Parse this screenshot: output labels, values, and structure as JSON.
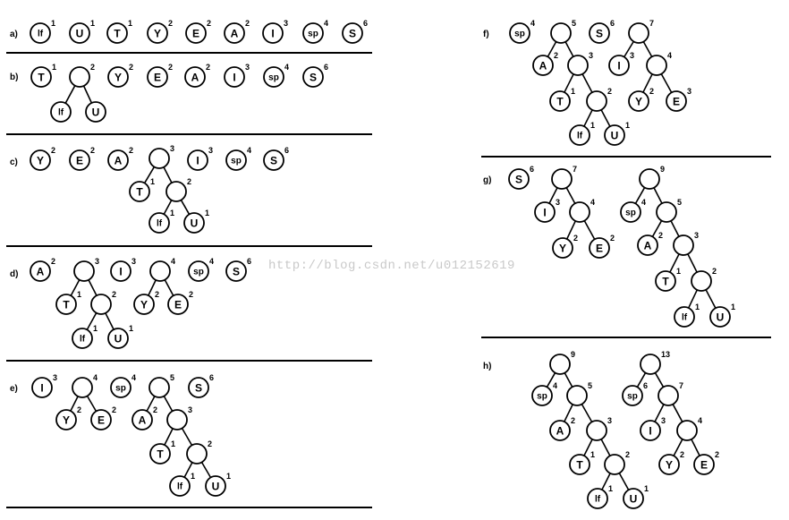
{
  "watermark": "http://blog.csdn.net/u012152619",
  "panels": [
    {
      "id": "a",
      "label": "a)",
      "nodes": [
        {
          "t": "lf",
          "w": "1"
        },
        {
          "t": "U",
          "w": "1"
        },
        {
          "t": "T",
          "w": "1"
        },
        {
          "t": "Y",
          "w": "2"
        },
        {
          "t": "E",
          "w": "2"
        },
        {
          "t": "A",
          "w": "2"
        },
        {
          "t": "I",
          "w": "3"
        },
        {
          "t": "sp",
          "w": "4"
        },
        {
          "t": "S",
          "w": "6"
        }
      ]
    },
    {
      "id": "b",
      "label": "b)",
      "nodes": [
        {
          "t": "T",
          "w": "1"
        },
        {
          "t": "",
          "w": "2"
        },
        {
          "t": "lf",
          "w": ""
        },
        {
          "t": "U",
          "w": ""
        },
        {
          "t": "Y",
          "w": "2"
        },
        {
          "t": "E",
          "w": "2"
        },
        {
          "t": "A",
          "w": "2"
        },
        {
          "t": "I",
          "w": "3"
        },
        {
          "t": "sp",
          "w": "4"
        },
        {
          "t": "S",
          "w": "6"
        }
      ]
    },
    {
      "id": "c",
      "label": "c)",
      "nodes": [
        {
          "t": "Y",
          "w": "2"
        },
        {
          "t": "E",
          "w": "2"
        },
        {
          "t": "A",
          "w": "2"
        },
        {
          "t": "",
          "w": "3"
        },
        {
          "t": "T",
          "w": "1"
        },
        {
          "t": "",
          "w": "2"
        },
        {
          "t": "lf",
          "w": "1"
        },
        {
          "t": "U",
          "w": "1"
        },
        {
          "t": "I",
          "w": "3"
        },
        {
          "t": "sp",
          "w": "4"
        },
        {
          "t": "S",
          "w": "6"
        }
      ]
    },
    {
      "id": "d",
      "label": "d)",
      "nodes": [
        {
          "t": "A",
          "w": "2"
        },
        {
          "t": "",
          "w": "3"
        },
        {
          "t": "T",
          "w": "1"
        },
        {
          "t": "",
          "w": "2"
        },
        {
          "t": "lf",
          "w": "1"
        },
        {
          "t": "U",
          "w": "1"
        },
        {
          "t": "I",
          "w": "3"
        },
        {
          "t": "",
          "w": "4"
        },
        {
          "t": "Y",
          "w": "2"
        },
        {
          "t": "E",
          "w": "2"
        },
        {
          "t": "sp",
          "w": "4"
        },
        {
          "t": "S",
          "w": "6"
        }
      ]
    },
    {
      "id": "e",
      "label": "e)",
      "nodes": [
        {
          "t": "I",
          "w": "3"
        },
        {
          "t": "",
          "w": "4"
        },
        {
          "t": "Y",
          "w": "2"
        },
        {
          "t": "E",
          "w": "2"
        },
        {
          "t": "sp",
          "w": "4"
        },
        {
          "t": "",
          "w": "5"
        },
        {
          "t": "A",
          "w": "2"
        },
        {
          "t": "",
          "w": "3"
        },
        {
          "t": "T",
          "w": "1"
        },
        {
          "t": "",
          "w": "2"
        },
        {
          "t": "lf",
          "w": "1"
        },
        {
          "t": "U",
          "w": "1"
        },
        {
          "t": "S",
          "w": "6"
        }
      ]
    },
    {
      "id": "f",
      "label": "f)",
      "nodes": [
        {
          "t": "sp",
          "w": "4"
        },
        {
          "t": "",
          "w": "5"
        },
        {
          "t": "A",
          "w": "2"
        },
        {
          "t": "",
          "w": "3"
        },
        {
          "t": "T",
          "w": "1"
        },
        {
          "t": "",
          "w": "2"
        },
        {
          "t": "lf",
          "w": "1"
        },
        {
          "t": "U",
          "w": "1"
        },
        {
          "t": "S",
          "w": "6"
        },
        {
          "t": "",
          "w": "7"
        },
        {
          "t": "I",
          "w": "3"
        },
        {
          "t": "",
          "w": "4"
        },
        {
          "t": "Y",
          "w": "2"
        },
        {
          "t": "E",
          "w": "3"
        }
      ]
    },
    {
      "id": "g",
      "label": "g)",
      "nodes": [
        {
          "t": "S",
          "w": "6"
        },
        {
          "t": "",
          "w": "7"
        },
        {
          "t": "I",
          "w": "3"
        },
        {
          "t": "",
          "w": "4"
        },
        {
          "t": "Y",
          "w": "2"
        },
        {
          "t": "E",
          "w": "2"
        },
        {
          "t": "",
          "w": "9"
        },
        {
          "t": "sp",
          "w": "4"
        },
        {
          "t": "",
          "w": "5"
        },
        {
          "t": "A",
          "w": "2"
        },
        {
          "t": "",
          "w": "3"
        },
        {
          "t": "T",
          "w": "1"
        },
        {
          "t": "",
          "w": "2"
        },
        {
          "t": "lf",
          "w": "1"
        },
        {
          "t": "U",
          "w": "1"
        }
      ]
    },
    {
      "id": "h",
      "label": "h)",
      "nodes": [
        {
          "t": "",
          "w": "9"
        },
        {
          "t": "sp",
          "w": "4"
        },
        {
          "t": "",
          "w": "5"
        },
        {
          "t": "A",
          "w": "2"
        },
        {
          "t": "",
          "w": "3"
        },
        {
          "t": "T",
          "w": "1"
        },
        {
          "t": "",
          "w": "2"
        },
        {
          "t": "lf",
          "w": "1"
        },
        {
          "t": "U",
          "w": "1"
        },
        {
          "t": "",
          "w": "13"
        },
        {
          "t": "sp",
          "w": "6"
        },
        {
          "t": "",
          "w": "7"
        },
        {
          "t": "I",
          "w": "3"
        },
        {
          "t": "",
          "w": "4"
        },
        {
          "t": "Y",
          "w": "2"
        },
        {
          "t": "E",
          "w": "2"
        }
      ]
    }
  ]
}
